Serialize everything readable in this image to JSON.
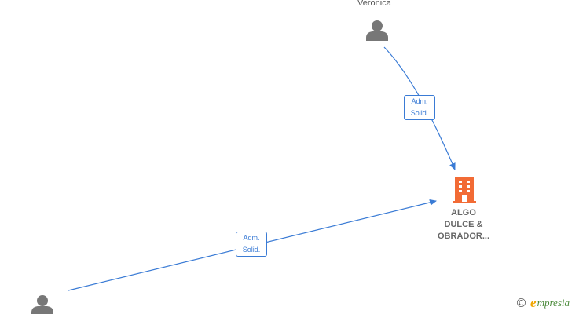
{
  "nodes": {
    "person_top": {
      "name": "Veronica",
      "icon": "person-icon"
    },
    "person_bottom": {
      "name": "",
      "icon": "person-icon"
    },
    "company": {
      "name_lines": [
        "ALGO",
        "DULCE &",
        "OBRADOR..."
      ],
      "icon": "building-icon",
      "color": "#f26b35"
    }
  },
  "edges": [
    {
      "from": "person_top",
      "to": "company",
      "label_lines": [
        "Adm.",
        "Solid."
      ]
    },
    {
      "from": "person_bottom",
      "to": "company",
      "label_lines": [
        "Adm.",
        "Solid."
      ]
    }
  ],
  "colors": {
    "edge": "#3a7bd5",
    "person": "#777777"
  },
  "brand": {
    "copyright": "©",
    "initial": "e",
    "rest": "mpresia"
  }
}
